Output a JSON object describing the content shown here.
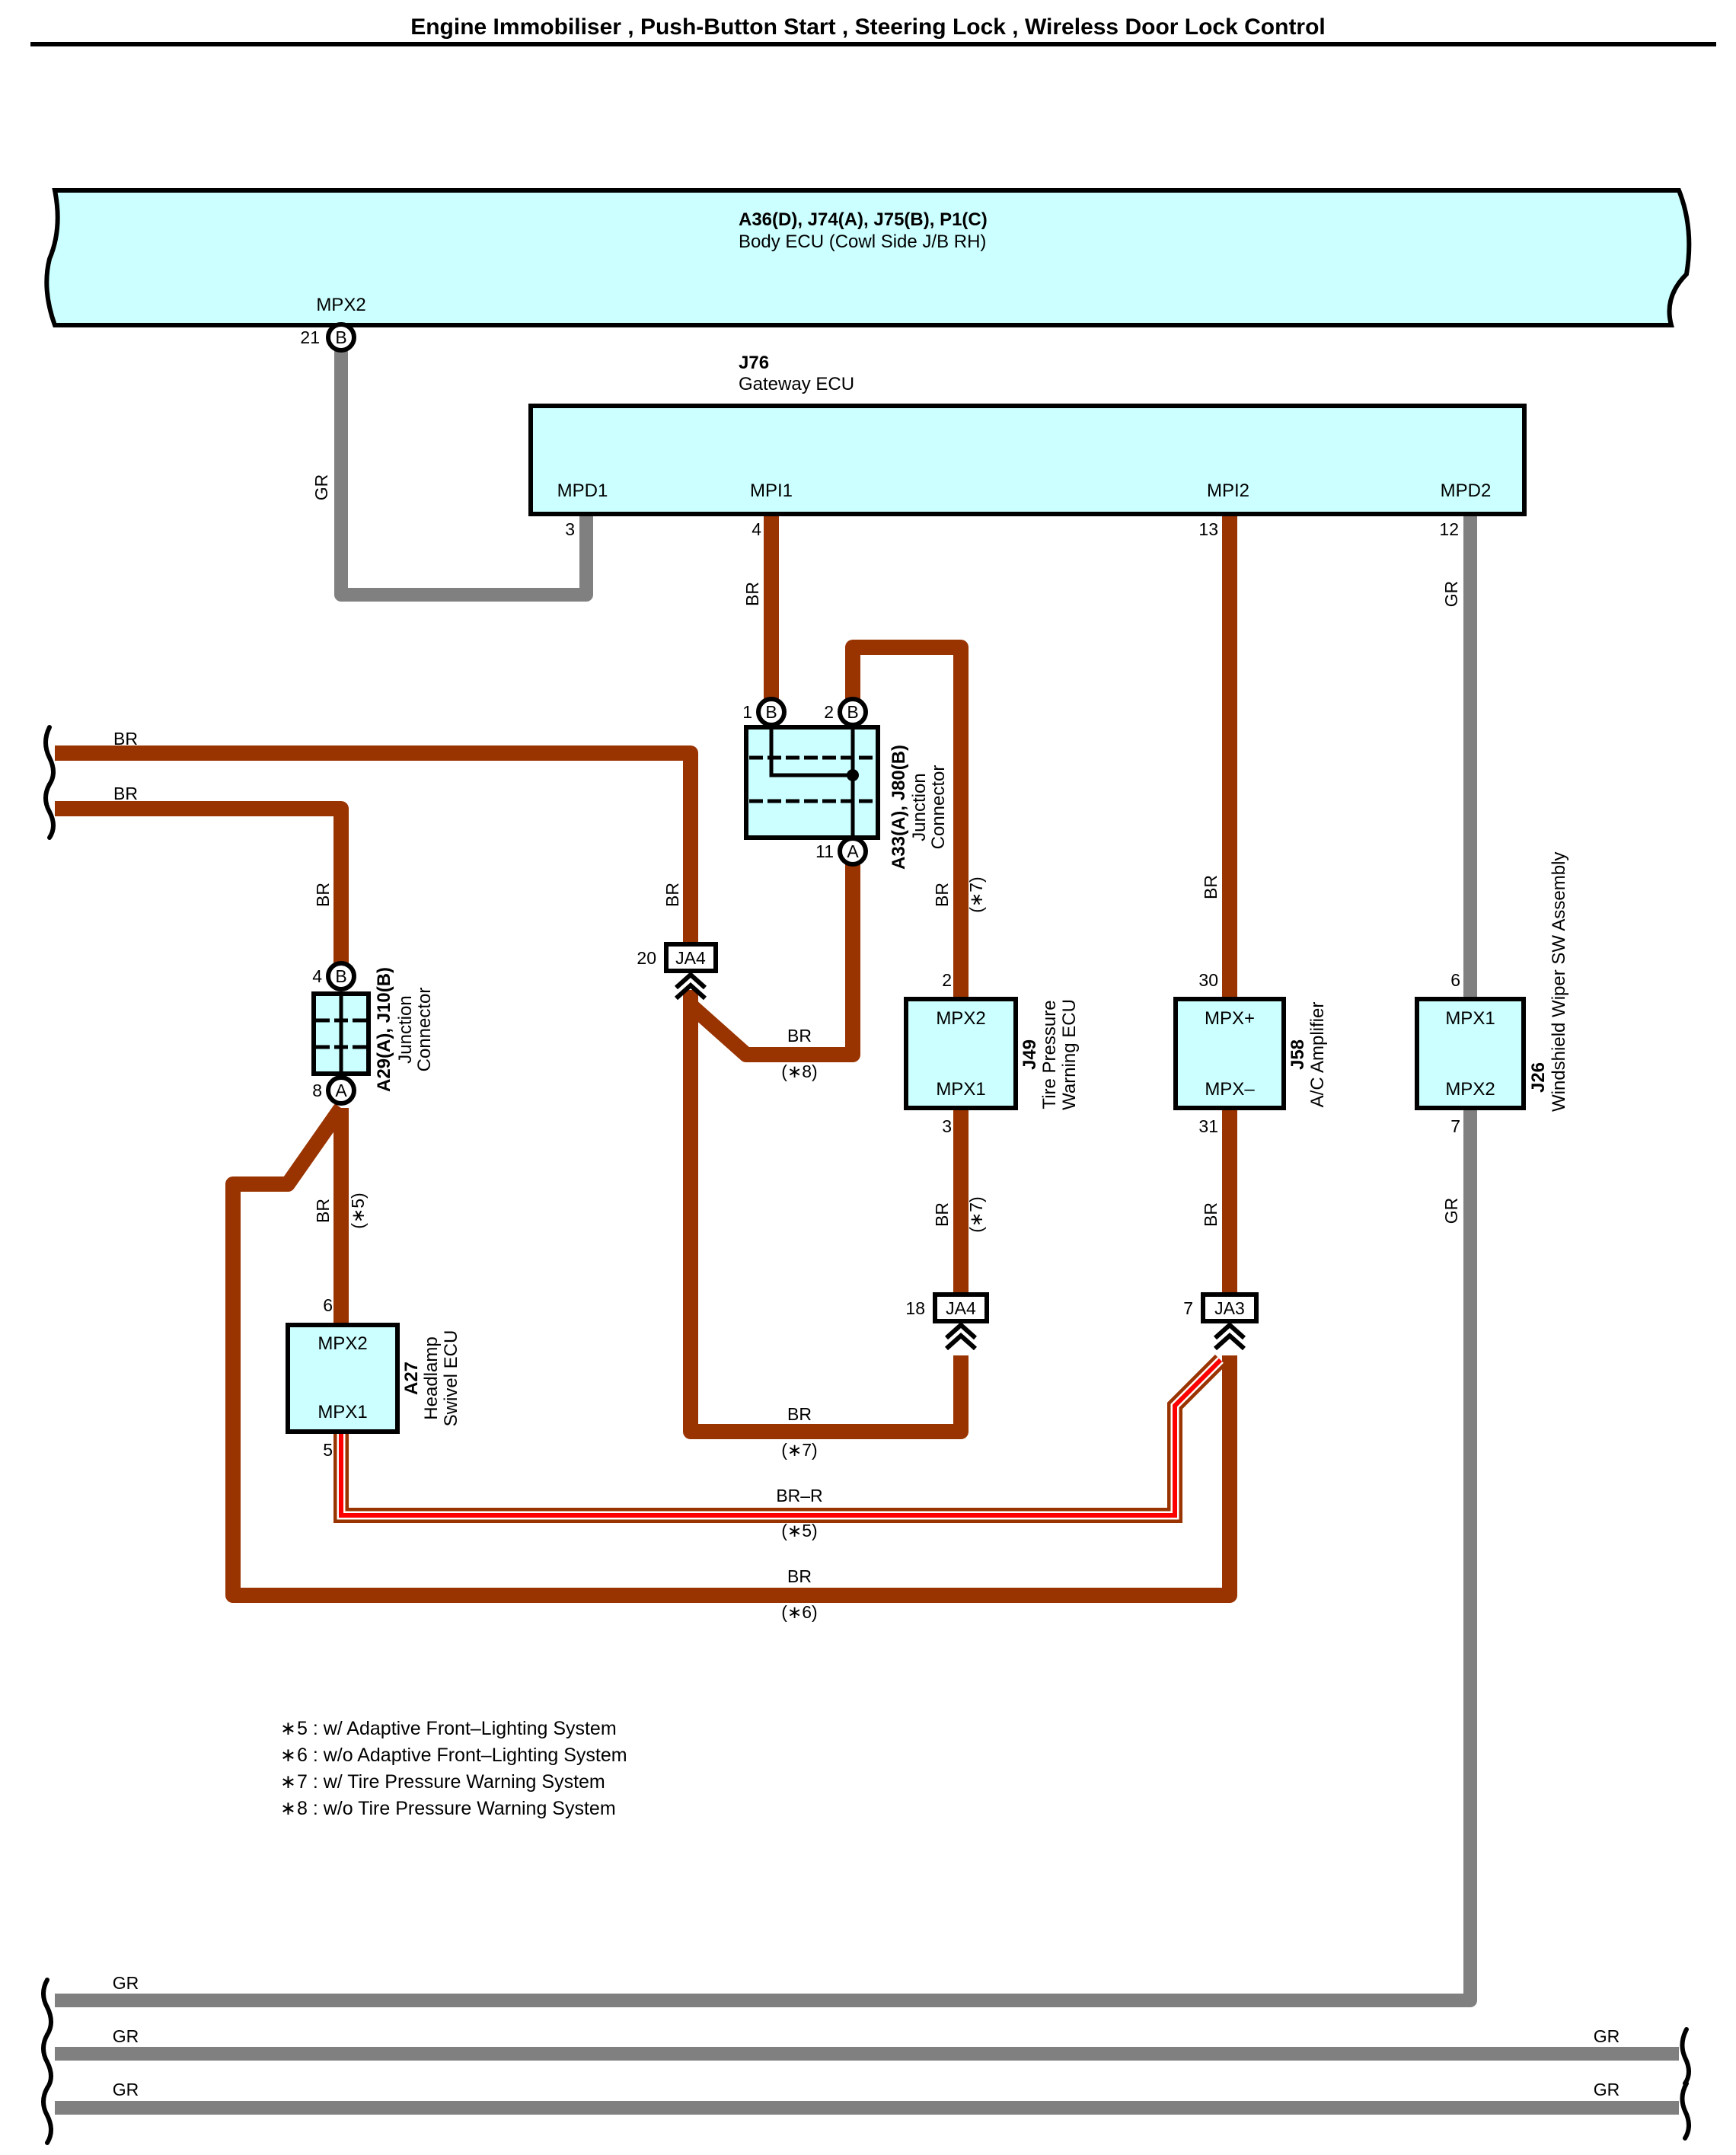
{
  "title": "Engine Immobiliser , Push-Button Start , Steering Lock , Wireless Door Lock Control",
  "components": {
    "body_ecu": {
      "code": "A36(D), J74(A), J75(B), P1(C)",
      "name": "Body ECU (Cowl Side J/B RH)",
      "terminal": "MPX2",
      "pin": "21",
      "connector": "B"
    },
    "gateway_ecu": {
      "code": "J76",
      "name": "Gateway ECU",
      "terminals": [
        {
          "label": "MPD1",
          "pin": "3"
        },
        {
          "label": "MPI1",
          "pin": "4"
        },
        {
          "label": "MPI2",
          "pin": "13"
        },
        {
          "label": "MPD2",
          "pin": "12"
        }
      ]
    },
    "jc_a33": {
      "code": "A33(A), J80(B)",
      "name_line1": "Junction",
      "name_line2": "Connector",
      "pins": [
        {
          "pin": "1",
          "connector": "B"
        },
        {
          "pin": "2",
          "connector": "B"
        },
        {
          "pin": "11",
          "connector": "A"
        }
      ]
    },
    "jc_a29": {
      "code": "A29(A), J10(B)",
      "name_line1": "Junction",
      "name_line2": "Connector",
      "pins": [
        {
          "pin": "4",
          "connector": "B"
        },
        {
          "pin": "8",
          "connector": "A"
        }
      ]
    },
    "a27": {
      "code": "A27",
      "name_line1": "Headlamp",
      "name_line2": "Swivel ECU",
      "top": "MPX2",
      "bottom": "MPX1",
      "pin_top": "6",
      "pin_bottom": "5"
    },
    "j49": {
      "code": "J49",
      "name_line1": "Tire Pressure",
      "name_line2": "Warning ECU",
      "top": "MPX2",
      "bottom": "MPX1",
      "pin_top": "2",
      "pin_bottom": "3"
    },
    "j58": {
      "code": "J58",
      "name_line1": "A/C Amplifier",
      "top": "MPX+",
      "bottom": "MPX–",
      "pin_top": "30",
      "pin_bottom": "31"
    },
    "j26": {
      "code": "J26",
      "name_line1": "Windshield Wiper SW Assembly",
      "top": "MPX1",
      "bottom": "MPX2",
      "pin_top": "6",
      "pin_bottom": "7"
    }
  },
  "junctions": {
    "ja4_20": {
      "pin": "20",
      "name": "JA4"
    },
    "ja4_18": {
      "pin": "18",
      "name": "JA4"
    },
    "ja3_7": {
      "pin": "7",
      "name": "JA3"
    }
  },
  "wire_colors": {
    "br": "BR",
    "gr": "GR",
    "brr": "BR–R"
  },
  "wire_notes": {
    "n5": "(∗5)",
    "n6": "(∗6)",
    "n7": "(∗7)",
    "n8": "(∗8)"
  },
  "colors": {
    "br": "#993300",
    "gr": "#808080",
    "red": "#ff0000",
    "component_fill": "#ccffff"
  },
  "notes": [
    {
      "mark": "∗",
      "text": "5 : w/ Adaptive Front–Lighting System"
    },
    {
      "mark": "∗",
      "text": "6 : w/o Adaptive Front–Lighting System"
    },
    {
      "mark": "∗",
      "text": "7 : w/ Tire Pressure Warning System"
    },
    {
      "mark": "∗",
      "text": "8 : w/o Tire Pressure Warning System"
    }
  ]
}
